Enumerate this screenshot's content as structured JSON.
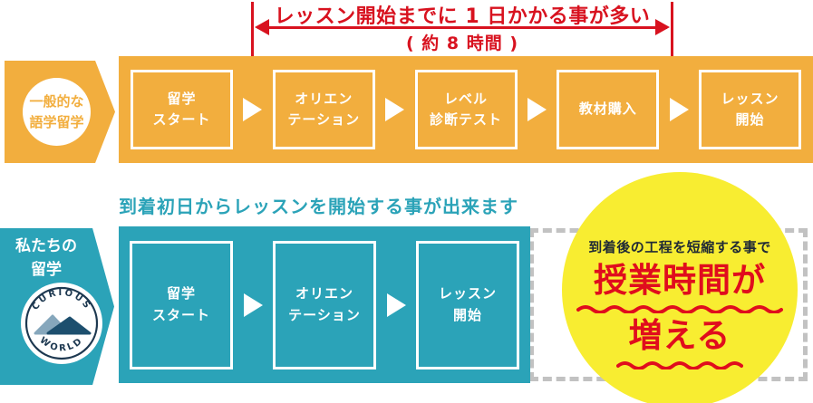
{
  "colors": {
    "orange": "#f2ae3e",
    "teal": "#2ba3b8",
    "yellow": "#f8ed31",
    "red": "#d8121f",
    "red_bright": "#e00d1d",
    "dash_gray": "#c2c2c2",
    "navy": "#1d3850",
    "dark_text": "#202a35",
    "mountain_back": "#86a7bc",
    "mountain_front": "#1d4f6e"
  },
  "annotation": {
    "line1": "レッスン開始までに 1 日かかる事が多い",
    "line2": "( 約 8 時間 )"
  },
  "typical": {
    "banner": {
      "line1": "一般的な",
      "line2": "語学留学"
    },
    "steps": [
      "留学\nスタート",
      "オリエン\nテーション",
      "レベル\n診断テスト",
      "教材購入",
      "レッスン\n開始"
    ]
  },
  "ours": {
    "heading": "到着初日からレッスンを開始する事が出来ます",
    "banner": {
      "line1": "私たちの",
      "line2": "留学"
    },
    "logo": {
      "top": "CURIOUS",
      "bottom": "WORLD"
    },
    "steps": [
      "留学\nスタート",
      "オリエン\nテーション",
      "レッスン\n開始"
    ]
  },
  "result": {
    "lead": "到着後の工程を短縮する事で",
    "big1": "授業時間が",
    "big2": "増える"
  }
}
